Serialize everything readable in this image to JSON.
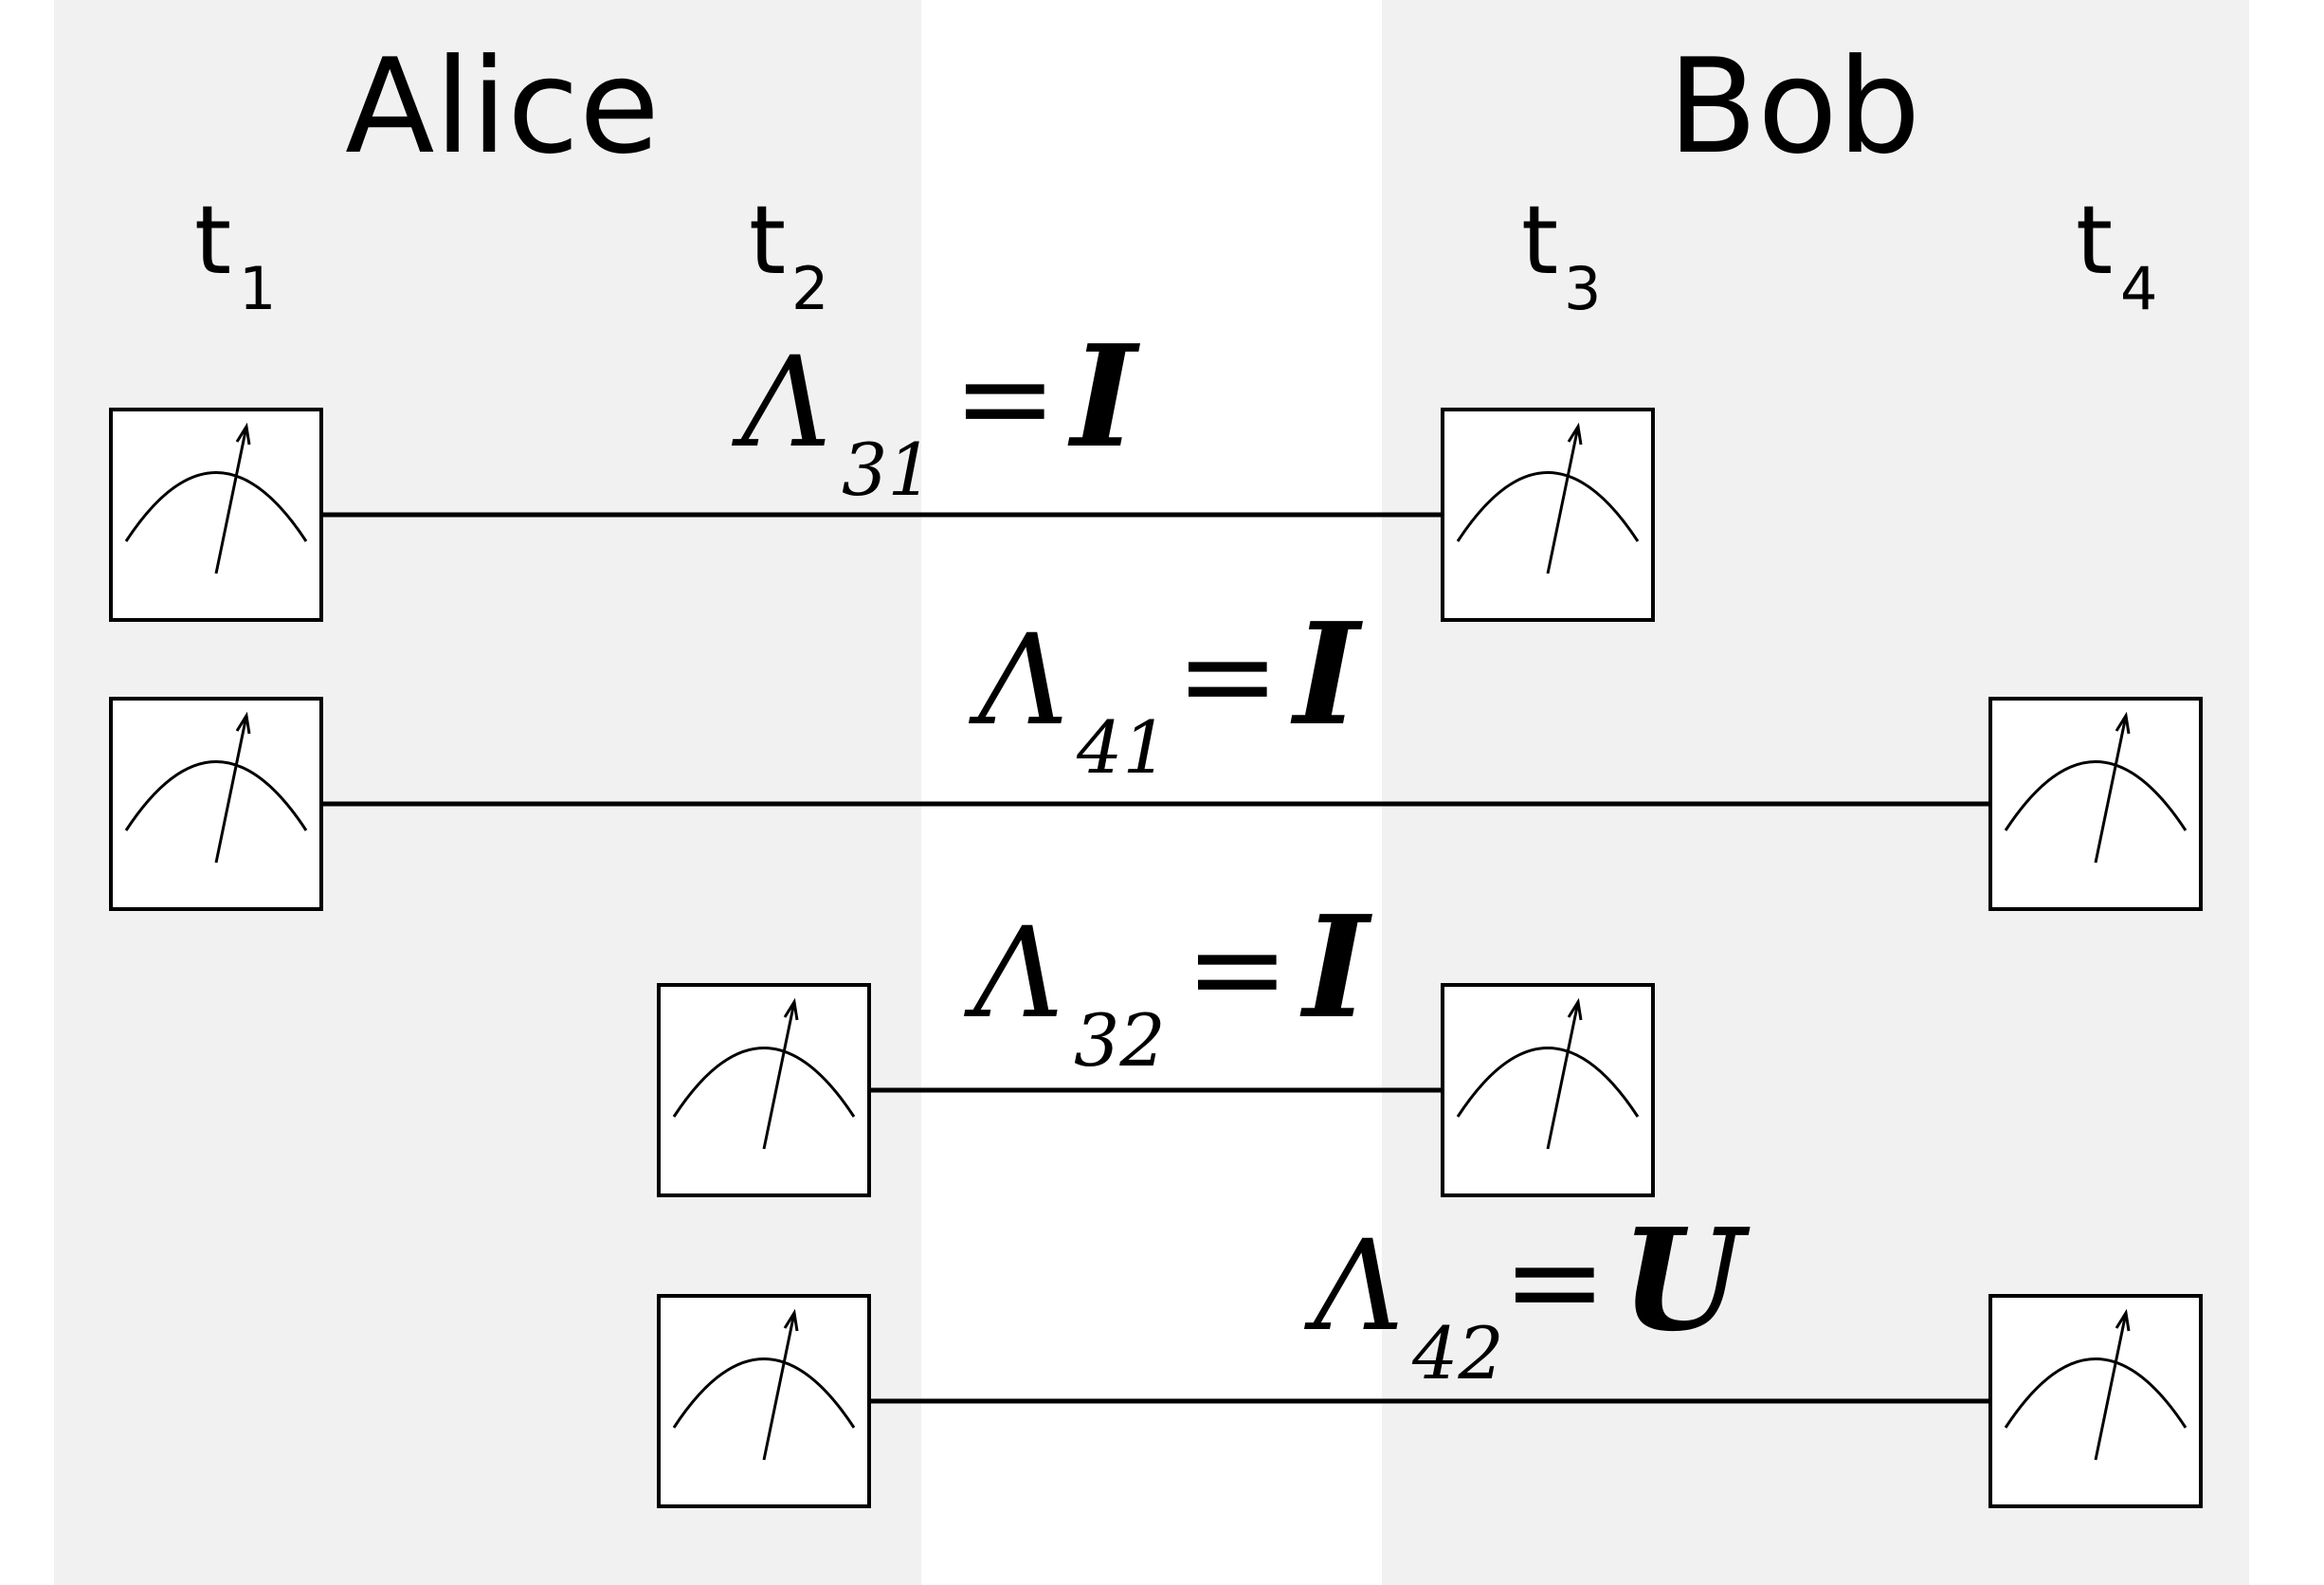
{
  "parties": {
    "alice": "Alice",
    "bob": "Bob"
  },
  "times": [
    {
      "label": "t",
      "sub": "1"
    },
    {
      "label": "t",
      "sub": "2"
    },
    {
      "label": "t",
      "sub": "3"
    },
    {
      "label": "t",
      "sub": "4"
    }
  ],
  "channels": [
    {
      "symbol": "Λ",
      "sub": "31",
      "equals": "=",
      "op": "I"
    },
    {
      "symbol": "Λ",
      "sub": "41",
      "equals": "=",
      "op": "I"
    },
    {
      "symbol": "Λ",
      "sub": "32",
      "equals": "=",
      "op": "I"
    },
    {
      "symbol": "Λ",
      "sub": "42",
      "equals": "=",
      "op": "U"
    }
  ],
  "colors": {
    "party_region": "#f1f1f1",
    "ink": "#000000"
  },
  "icons": {
    "measurement_device": "meter-gauge-icon"
  }
}
